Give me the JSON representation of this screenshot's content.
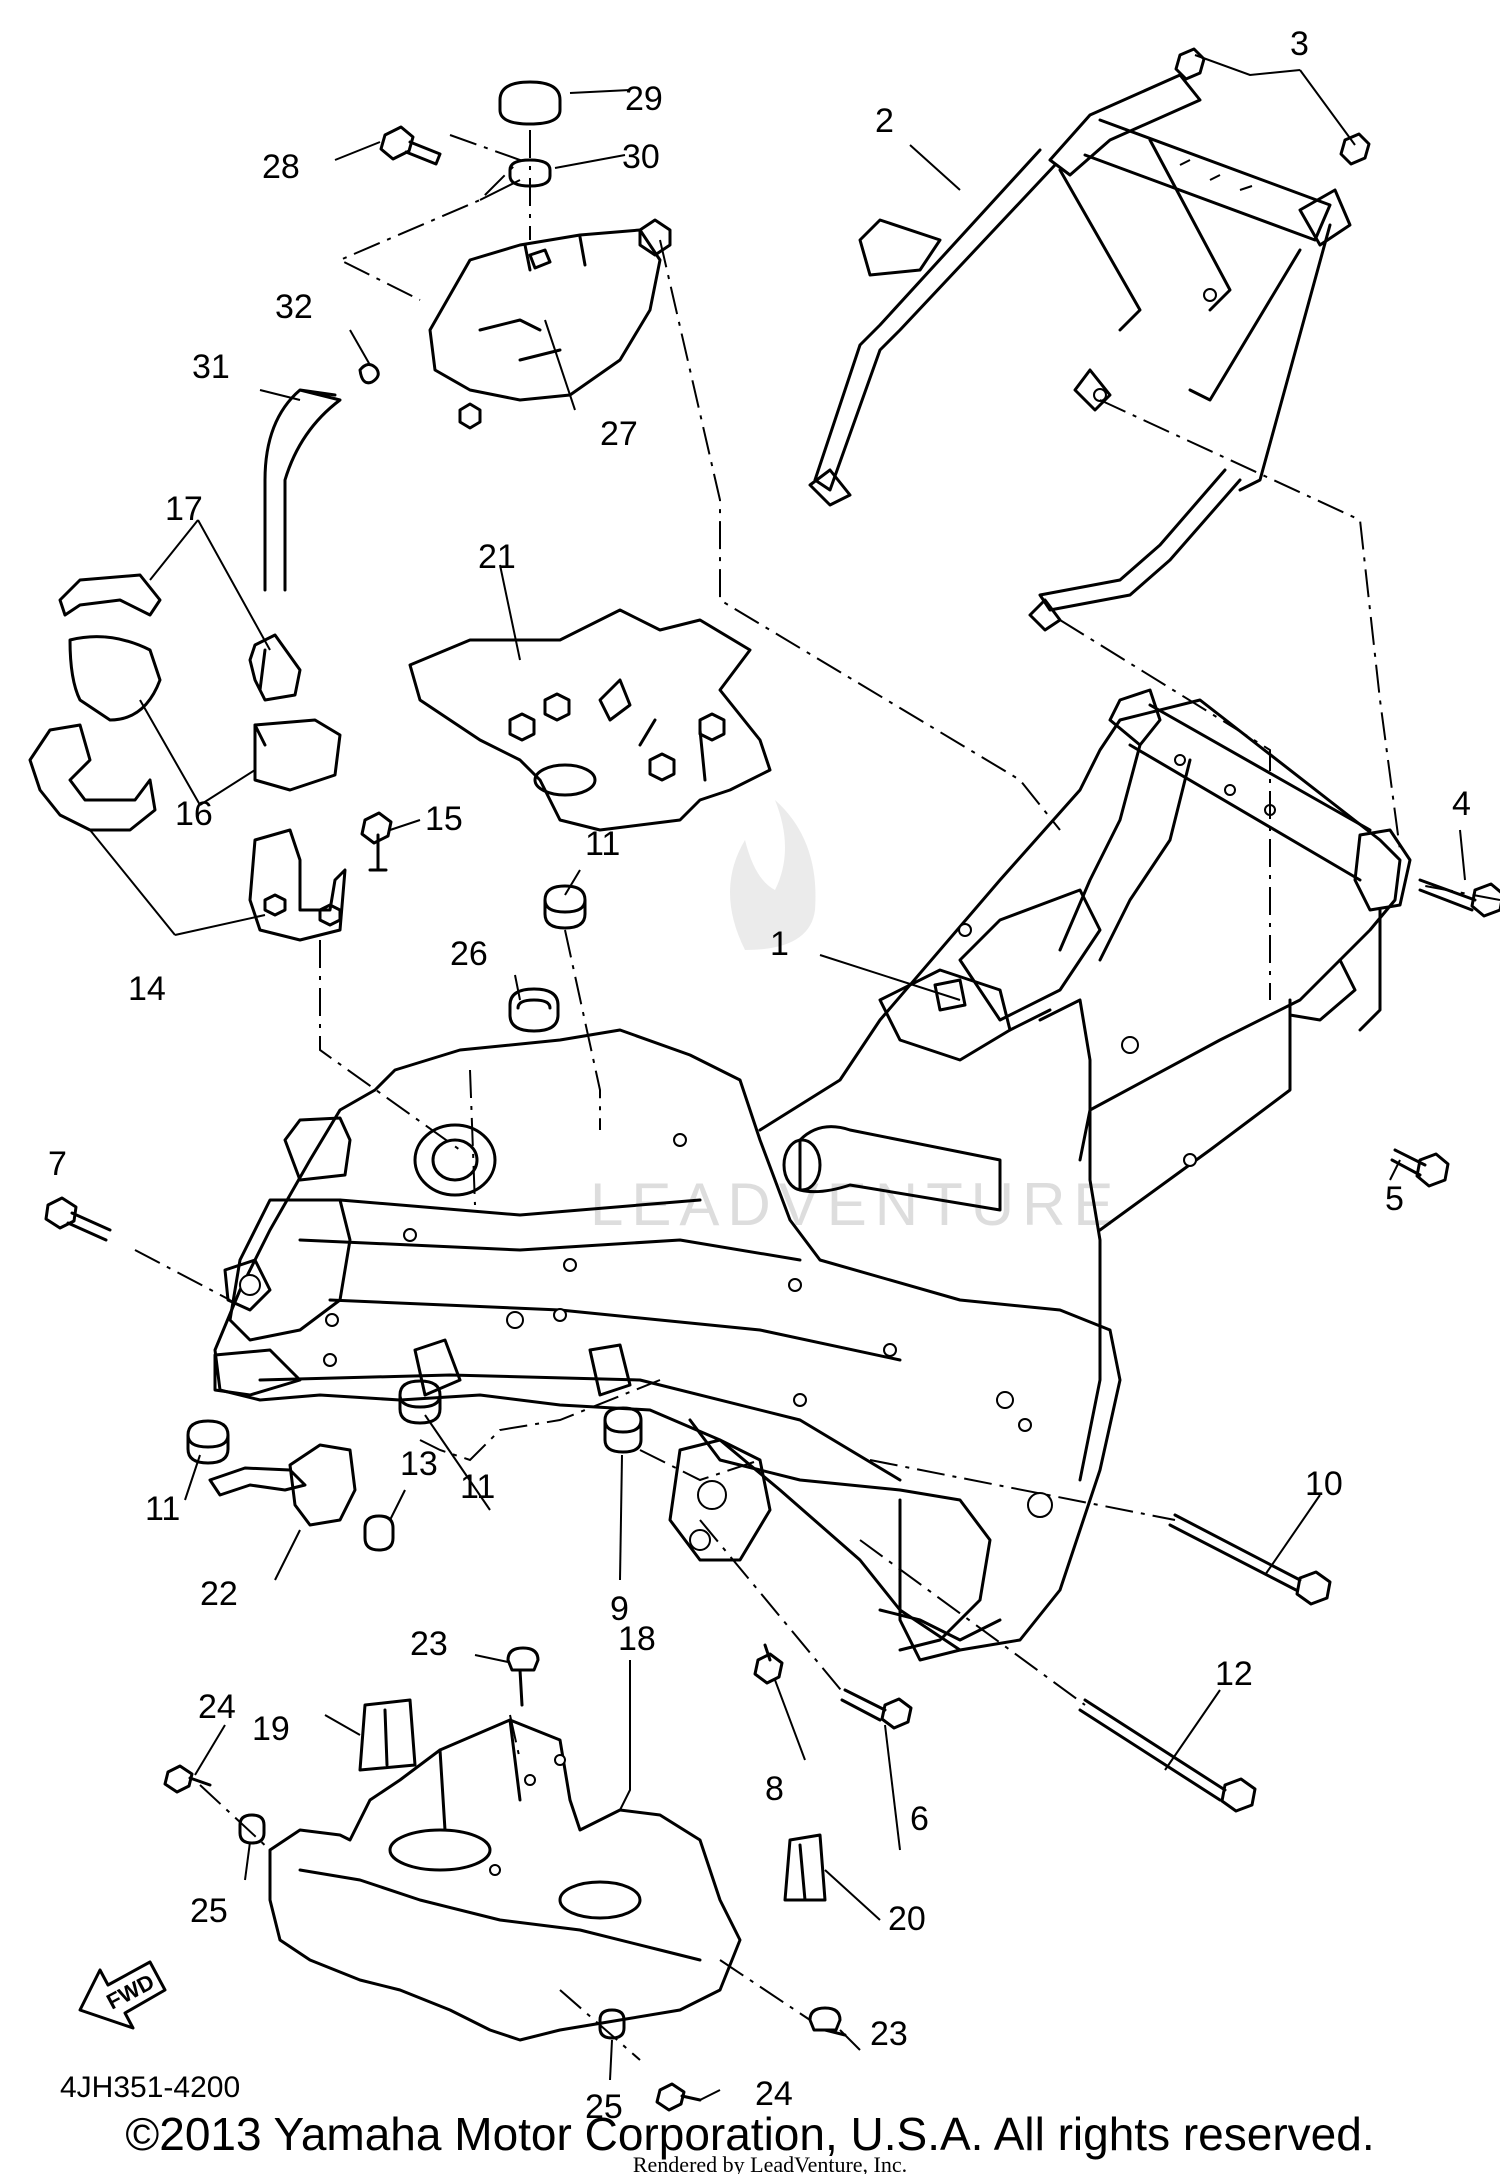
{
  "callouts": [
    {
      "n": "1"
    },
    {
      "n": "2"
    },
    {
      "n": "3"
    },
    {
      "n": "4"
    },
    {
      "n": "5"
    },
    {
      "n": "6"
    },
    {
      "n": "7"
    },
    {
      "n": "8"
    },
    {
      "n": "9"
    },
    {
      "n": "10"
    },
    {
      "n": "11"
    },
    {
      "n": "11"
    },
    {
      "n": "11"
    },
    {
      "n": "12"
    },
    {
      "n": "13"
    },
    {
      "n": "14"
    },
    {
      "n": "15"
    },
    {
      "n": "16"
    },
    {
      "n": "17"
    },
    {
      "n": "18"
    },
    {
      "n": "19"
    },
    {
      "n": "20"
    },
    {
      "n": "21"
    },
    {
      "n": "22"
    },
    {
      "n": "23"
    },
    {
      "n": "23"
    },
    {
      "n": "24"
    },
    {
      "n": "24"
    },
    {
      "n": "25"
    },
    {
      "n": "25"
    },
    {
      "n": "26"
    },
    {
      "n": "27"
    },
    {
      "n": "28"
    },
    {
      "n": "29"
    },
    {
      "n": "30"
    },
    {
      "n": "31"
    },
    {
      "n": "32"
    }
  ],
  "diagram_code": "4JH351-4200",
  "fwd_label": "FWD",
  "watermark": "LEADVENTURE",
  "copyright": "©2013 Yamaha Motor Corporation, U.S.A. All rights reserved.",
  "rendered_by": "Rendered by LeadVenture, Inc."
}
